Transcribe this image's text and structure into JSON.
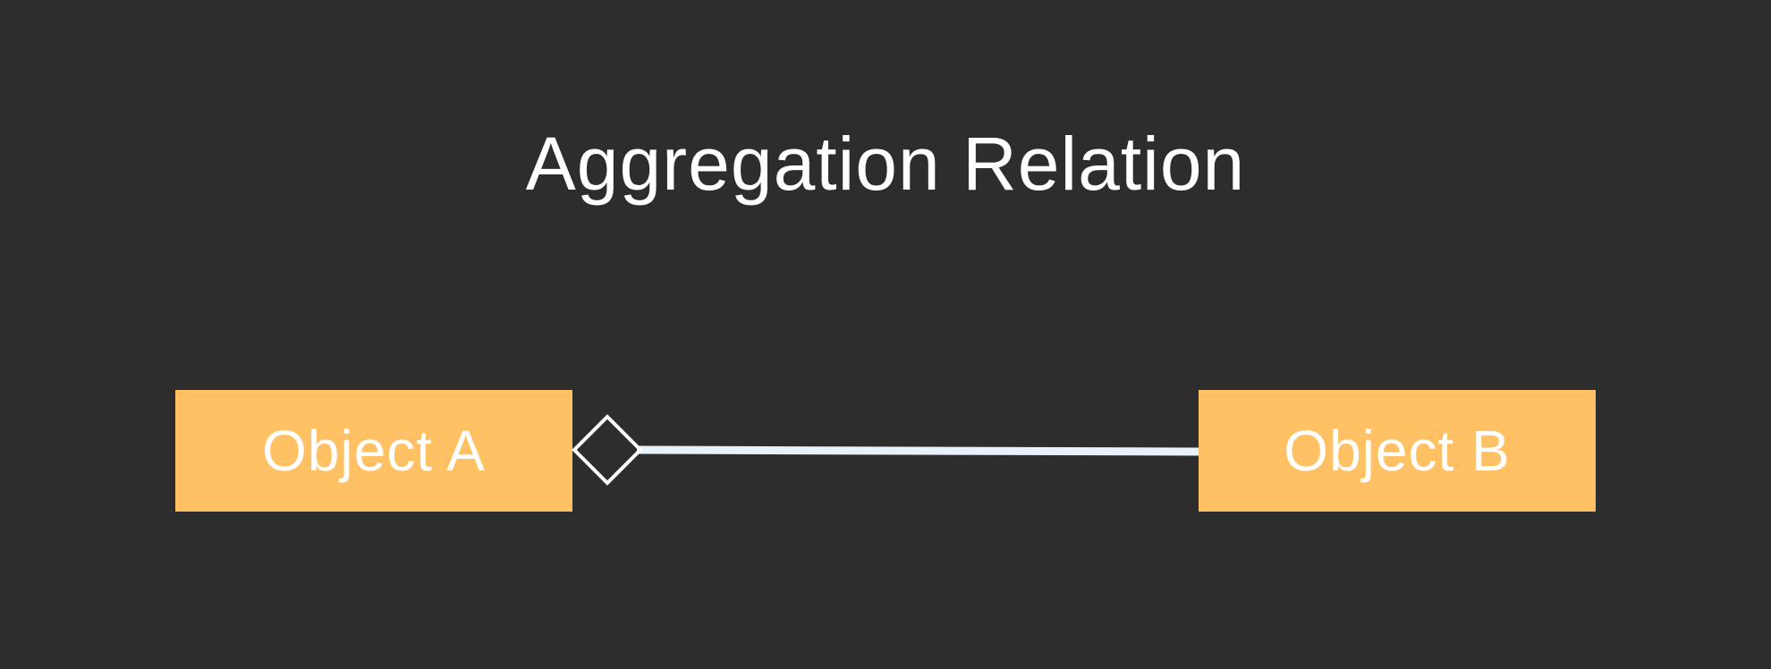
{
  "diagram": {
    "title": "Aggregation Relation",
    "type": "uml-aggregation",
    "colors": {
      "background": "#2d2d2d",
      "box_fill": "#ffc164",
      "text": "#ffffff",
      "line": "#e8f2fb",
      "diamond_stroke": "#ffffff"
    },
    "nodes": [
      {
        "id": "object-a",
        "label": "Object A"
      },
      {
        "id": "object-b",
        "label": "Object B"
      }
    ],
    "edge": {
      "from": "object-b",
      "to": "object-a",
      "kind": "aggregation",
      "end_marker": "hollow-diamond"
    }
  }
}
